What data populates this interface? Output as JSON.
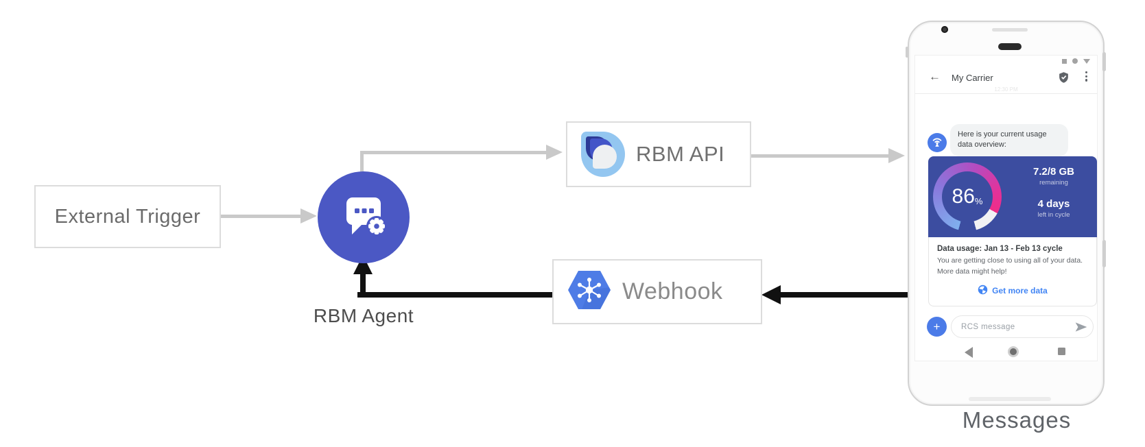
{
  "colors": {
    "agent_indigo": "#4b58c4",
    "card_indigo": "#3c4da0",
    "cloud_blue": "#4e7ce6",
    "link_blue": "#4285f4",
    "arrow_gray": "#c9c9c9",
    "arrow_black": "#111111"
  },
  "nodes": {
    "external_trigger": "External Trigger",
    "rbm_agent": "RBM Agent",
    "rbm_api": "RBM API",
    "webhook": "Webhook",
    "device_caption": "Messages"
  },
  "phone": {
    "header": {
      "title": "My Carrier"
    },
    "timestamp": "12:30 PM",
    "bot_message": "Here is your current usage data overview:",
    "usage_card": {
      "percent": "86",
      "percent_unit": "%",
      "remaining_value": "7.2/8 GB",
      "remaining_label": "remaining",
      "cycle_value": "4 days",
      "cycle_label": "left in cycle",
      "title": "Data usage: Jan 13 - Feb 13 cycle",
      "body": "You are getting close to using all of your data. More data might help!",
      "action_label": "Get more data"
    },
    "composer": {
      "placeholder": "RCS message",
      "plus_label": "+"
    }
  }
}
